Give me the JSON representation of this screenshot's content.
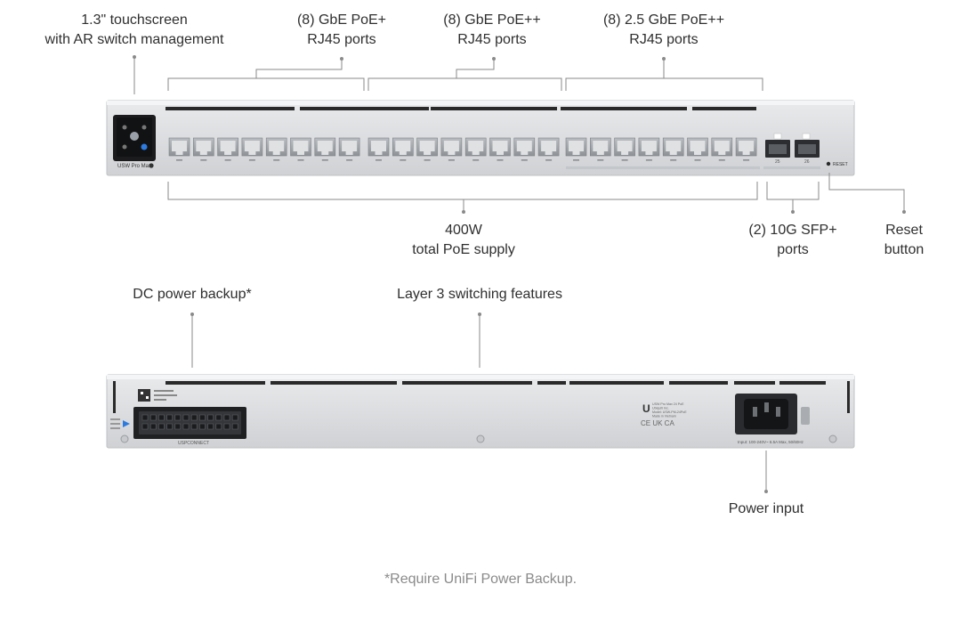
{
  "callouts": {
    "touchscreen": {
      "line1": "1.3\" touchscreen",
      "line2": "with AR switch management"
    },
    "gbe_poe": {
      "line1": "(8) GbE PoE+",
      "line2": "RJ45 ports"
    },
    "gbe_poe_plus": {
      "line1": "(8) GbE PoE++",
      "line2": "RJ45 ports"
    },
    "two5_gbe_poe": {
      "line1": "(8) 2.5 GbE PoE++",
      "line2": "RJ45 ports"
    },
    "poe_supply": {
      "line1": "400W",
      "line2": "total PoE supply"
    },
    "sfp": {
      "line1": "(2) 10G SFP+",
      "line2": "ports"
    },
    "reset": {
      "line1": "Reset",
      "line2": "button"
    },
    "dc_backup": {
      "line1": "DC power backup*"
    },
    "layer3": {
      "line1": "Layer 3 switching features"
    },
    "power_input": {
      "line1": "Power input"
    }
  },
  "device": {
    "model_label": "USW Pro Max",
    "reset_label": "RESET",
    "connector_label": "USPCONNECT",
    "input_label": "Input: 100-240V~ 6.5A Max, 50/60Hz",
    "rear_info_lines": [
      "USW Pro Max 24 PoE",
      "Ubiquiti Inc.",
      "Model: USW-PM-24PoE",
      "Made in Vietnam"
    ],
    "cert_marks": "CE UK CA"
  },
  "footnote": "*Require UniFi Power Backup."
}
